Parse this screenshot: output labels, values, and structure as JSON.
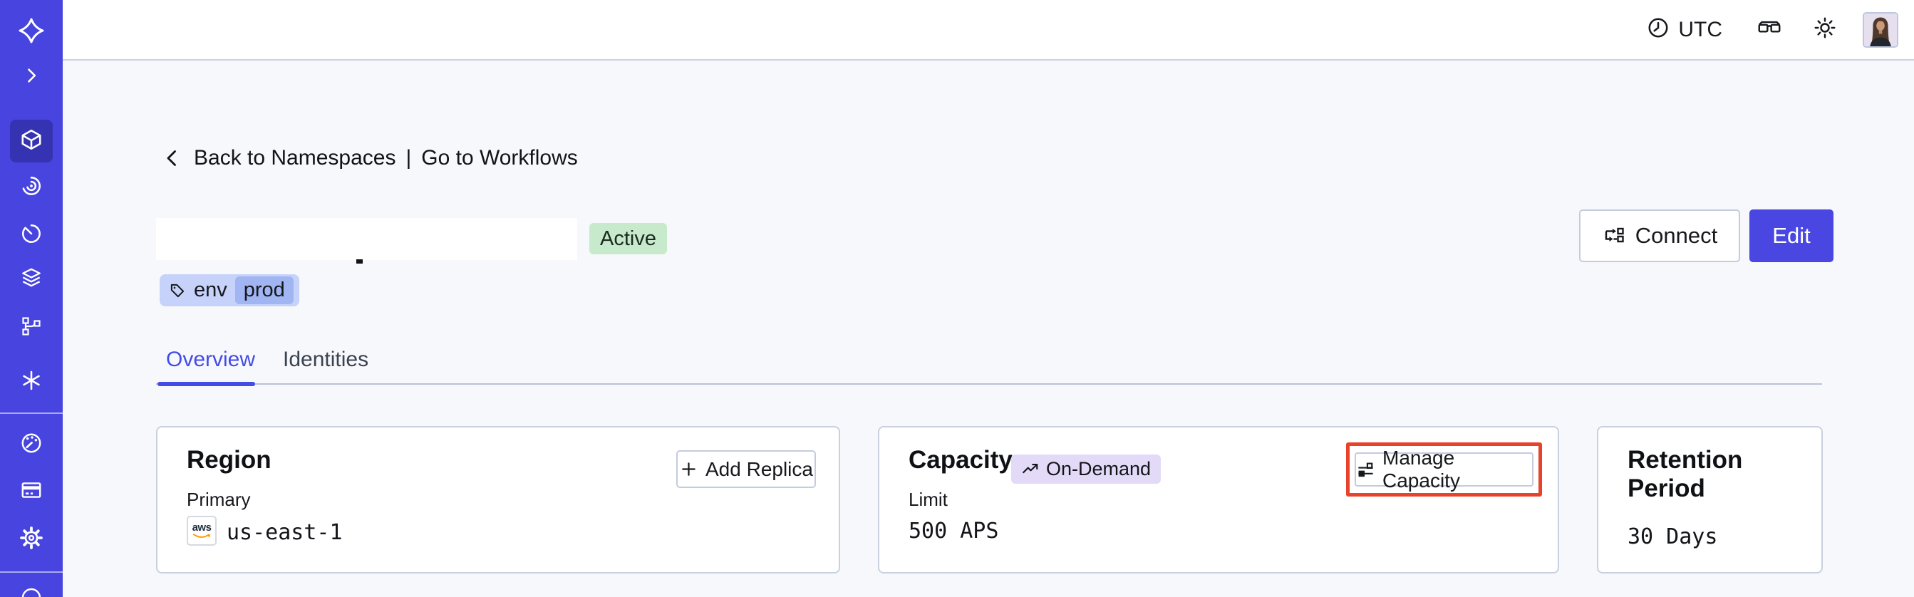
{
  "topbar": {
    "timezone_label": "UTC",
    "icons": [
      "clock-icon",
      "glasses-icon",
      "sun-icon",
      "user-avatar"
    ]
  },
  "sidebar": {
    "icons": [
      "temporal-logo-icon",
      "chevron-right-icon",
      "namespaces-icon",
      "workflows-icon",
      "schedules-icon",
      "deployments-icon",
      "nexus-icon",
      "ai-asterisk-icon",
      "usage-icon",
      "billing-icon",
      "settings-icon",
      "help-icon"
    ],
    "active_item": "namespaces"
  },
  "breadcrumb": {
    "back_label": "Back to Namespaces",
    "separator": "|",
    "forward_label": "Go to Workflows"
  },
  "header": {
    "status_badge": "Active",
    "tag_key": "env",
    "tag_value": "prod",
    "connect_label": "Connect",
    "edit_label": "Edit"
  },
  "tabs": [
    {
      "label": "Overview",
      "active": true
    },
    {
      "label": "Identities",
      "active": false
    }
  ],
  "cards": {
    "region": {
      "title": "Region",
      "action_label": "Add Replica",
      "field_label": "Primary",
      "provider_label": "aws",
      "value": "us-east-1"
    },
    "capacity": {
      "title": "Capacity",
      "badge_label": "On-Demand",
      "action_label": "Manage Capacity",
      "field_label": "Limit",
      "value": "500 APS"
    },
    "retention": {
      "title": "Retention Period",
      "value": "30 Days"
    }
  },
  "colors": {
    "sidebar_bg": "#4744df",
    "accent": "#444ce7",
    "edit_button_bg": "#4946e1",
    "active_badge_bg": "#c8eacc",
    "tag_bg": "#c6d2f9",
    "tag_chip_bg": "#a0b5f2",
    "ondemand_badge_bg": "#e3daf8",
    "highlight_border": "#e8432a",
    "aws_smile": "#ff9900"
  }
}
